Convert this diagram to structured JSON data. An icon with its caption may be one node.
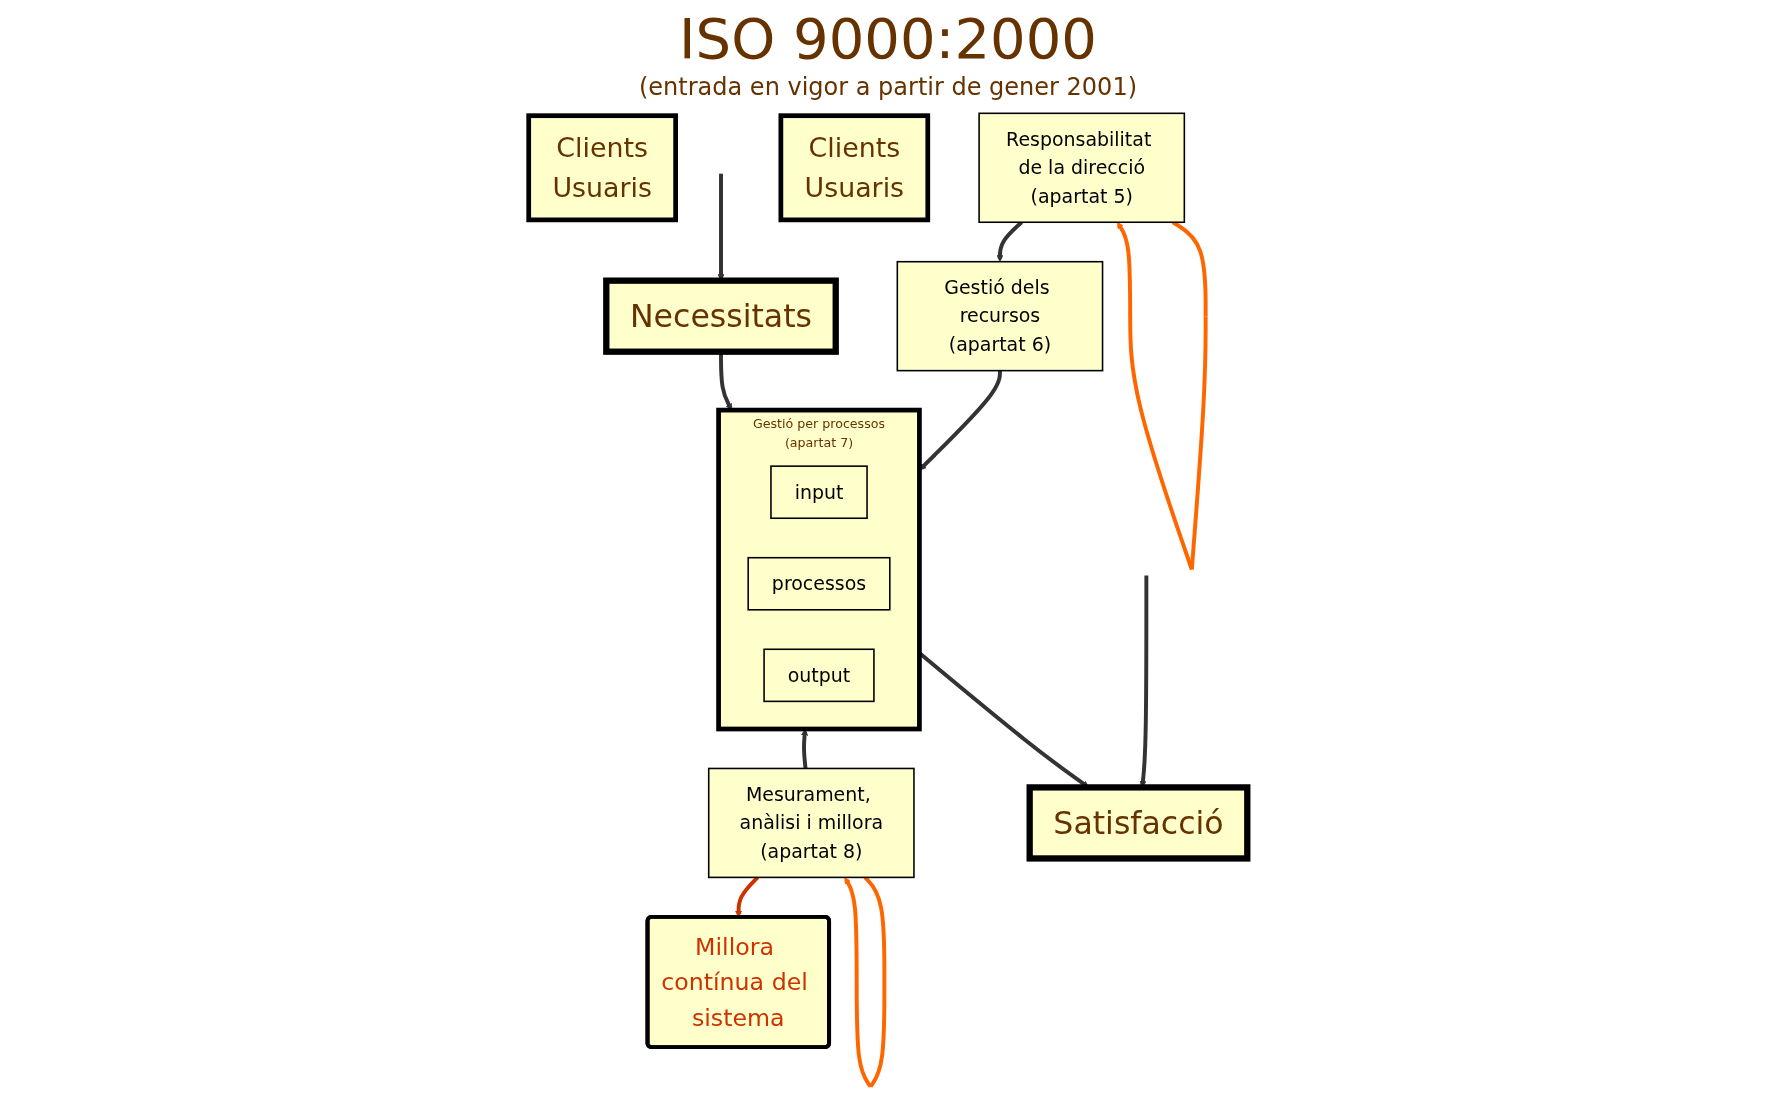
{
  "diagram": {
    "title": "ISO 9000:2000",
    "nodes": [
      {
        "text": [
          "Clients",
          "Usuaris"
        ]
      },
      {
        "text": [
          "Necessitats"
        ]
      },
      {
        "text": [
          "Responsabilitat de la direcció",
          "(apartat 5)"
        ]
      },
      {
        "text": [
          "Gestió dels recursos",
          "(apartat 6)"
        ]
      },
      {
        "text": [
          "Gestió per processos",
          "(apartat 7)"
        ]
      },
      {
        "text": [
          "input"
        ],
        "in": 4
      },
      {
        "text": [
          "processos"
        ],
        "in": 4
      },
      {
        "text": [
          "output"
        ],
        "in": 4
      },
      {
        "text": [
          "Mesurament, anàlisi i millora",
          "(apartat 8)"
        ]
      },
      {
        "text": [
          "Satisfacció"
        ]
      },
      {
        "text": [
          "Clients",
          "Usuaris"
        ]
      },
      {
        "text": [
          "Millora contínua del sistema"
        ]
      }
    ],
    "edges": [
      {
        "from": null,
        "to": 1,
        "arrow": "to"
      },
      {
        "from": null,
        "to": 9,
        "arrow": "to"
      },
      {
        "from": 2,
        "to": 2,
        "arrow": "to",
        "color": "#ff6600"
      },
      {
        "from": 2,
        "to": 3,
        "arrow": "to"
      },
      {
        "from": 3,
        "to": 4,
        "arrow": "to"
      },
      {
        "from": 1,
        "to": 4,
        "arrow": "to"
      },
      {
        "from": 4,
        "to": 9,
        "arrow": "to"
      },
      {
        "from": 8,
        "to": 4,
        "arrow": "to"
      },
      {
        "from": 8,
        "to": 8,
        "arrow": "to",
        "color": "#ff6600"
      },
      {
        "from": 8,
        "to": 11,
        "arrow": "to",
        "color": "#cc3300"
      }
    ],
    "labels": [
      "(entrada en vigor a partir de gener 2001)"
    ]
  }
}
